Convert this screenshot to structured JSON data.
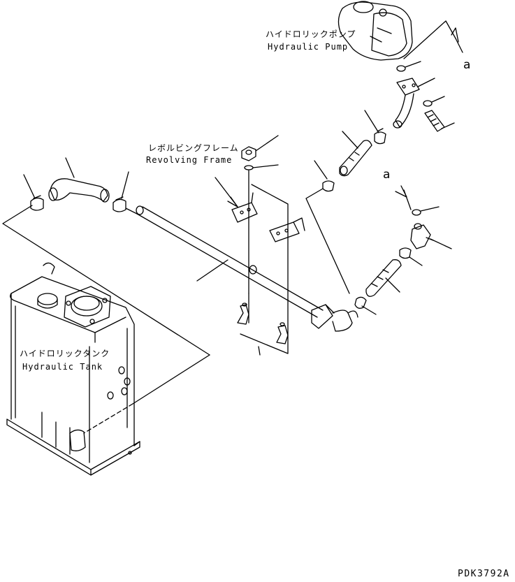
{
  "labels": {
    "pump_jp": "ハイドロリックポンプ",
    "pump_en": "Hydraulic Pump",
    "frame_jp": "レボルビングフレーム",
    "frame_en": "Revolving Frame",
    "tank_jp": "ハイドロリックタンク",
    "tank_en": "Hydraulic Tank",
    "arrow_a_top": "a",
    "arrow_a_mid": "a",
    "drawing_code": "PDK3792A"
  }
}
